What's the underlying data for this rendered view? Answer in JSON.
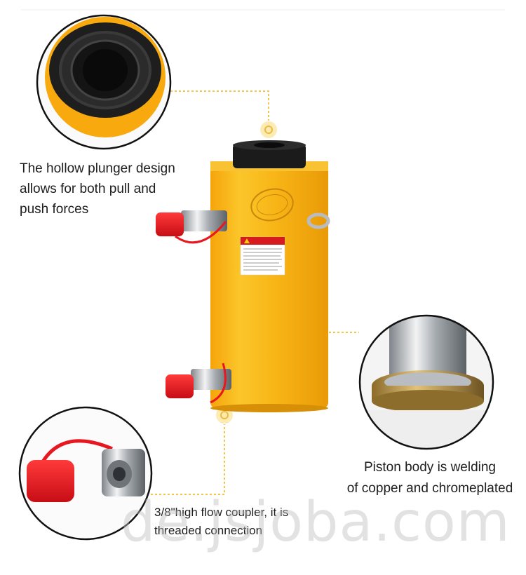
{
  "captions": {
    "plunger": [
      "The hollow plunger design",
      "allows for both pull and",
      "push forces"
    ],
    "piston": [
      "Piston body is welding",
      "of copper and chromeplated"
    ],
    "coupler": [
      "3/8\"high flow coupler, it is",
      "threaded connection"
    ]
  },
  "watermark": "de.jsjoba.com",
  "colors": {
    "cylinder": "#f7b10f",
    "accent_line": "#f3c64a",
    "coupler_cap": "#e8161f",
    "steel": "#c9ccd0"
  }
}
